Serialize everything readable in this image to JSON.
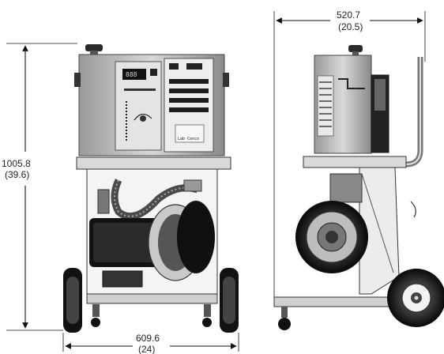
{
  "dimensions": {
    "height_mm": "1005.8",
    "height_in": "(39.6)",
    "width_mm": "609.6",
    "width_in": "(24)",
    "depth_mm": "520.7",
    "depth_in": "(20.5)"
  },
  "panel_labels": {
    "display_digits": "888",
    "brand": "Lab Conco"
  }
}
